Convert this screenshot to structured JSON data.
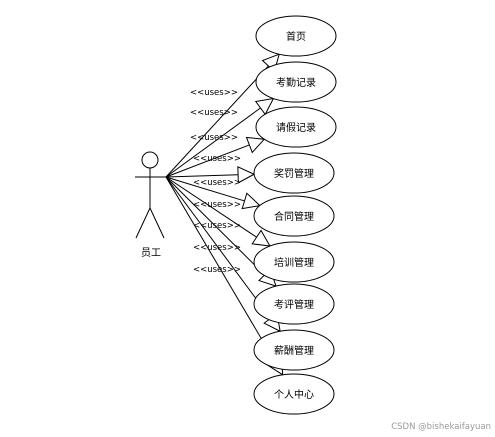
{
  "actor": {
    "name": "员工"
  },
  "relation_label": "<<uses>>",
  "use_cases": [
    {
      "label": "首页"
    },
    {
      "label": "考勤记录"
    },
    {
      "label": "请假记录"
    },
    {
      "label": "奖罚管理"
    },
    {
      "label": "合同管理"
    },
    {
      "label": "培训管理"
    },
    {
      "label": "考评管理"
    },
    {
      "label": "薪酬管理"
    },
    {
      "label": "个人中心"
    }
  ],
  "watermark": "CSDN @bishekaifayuan"
}
